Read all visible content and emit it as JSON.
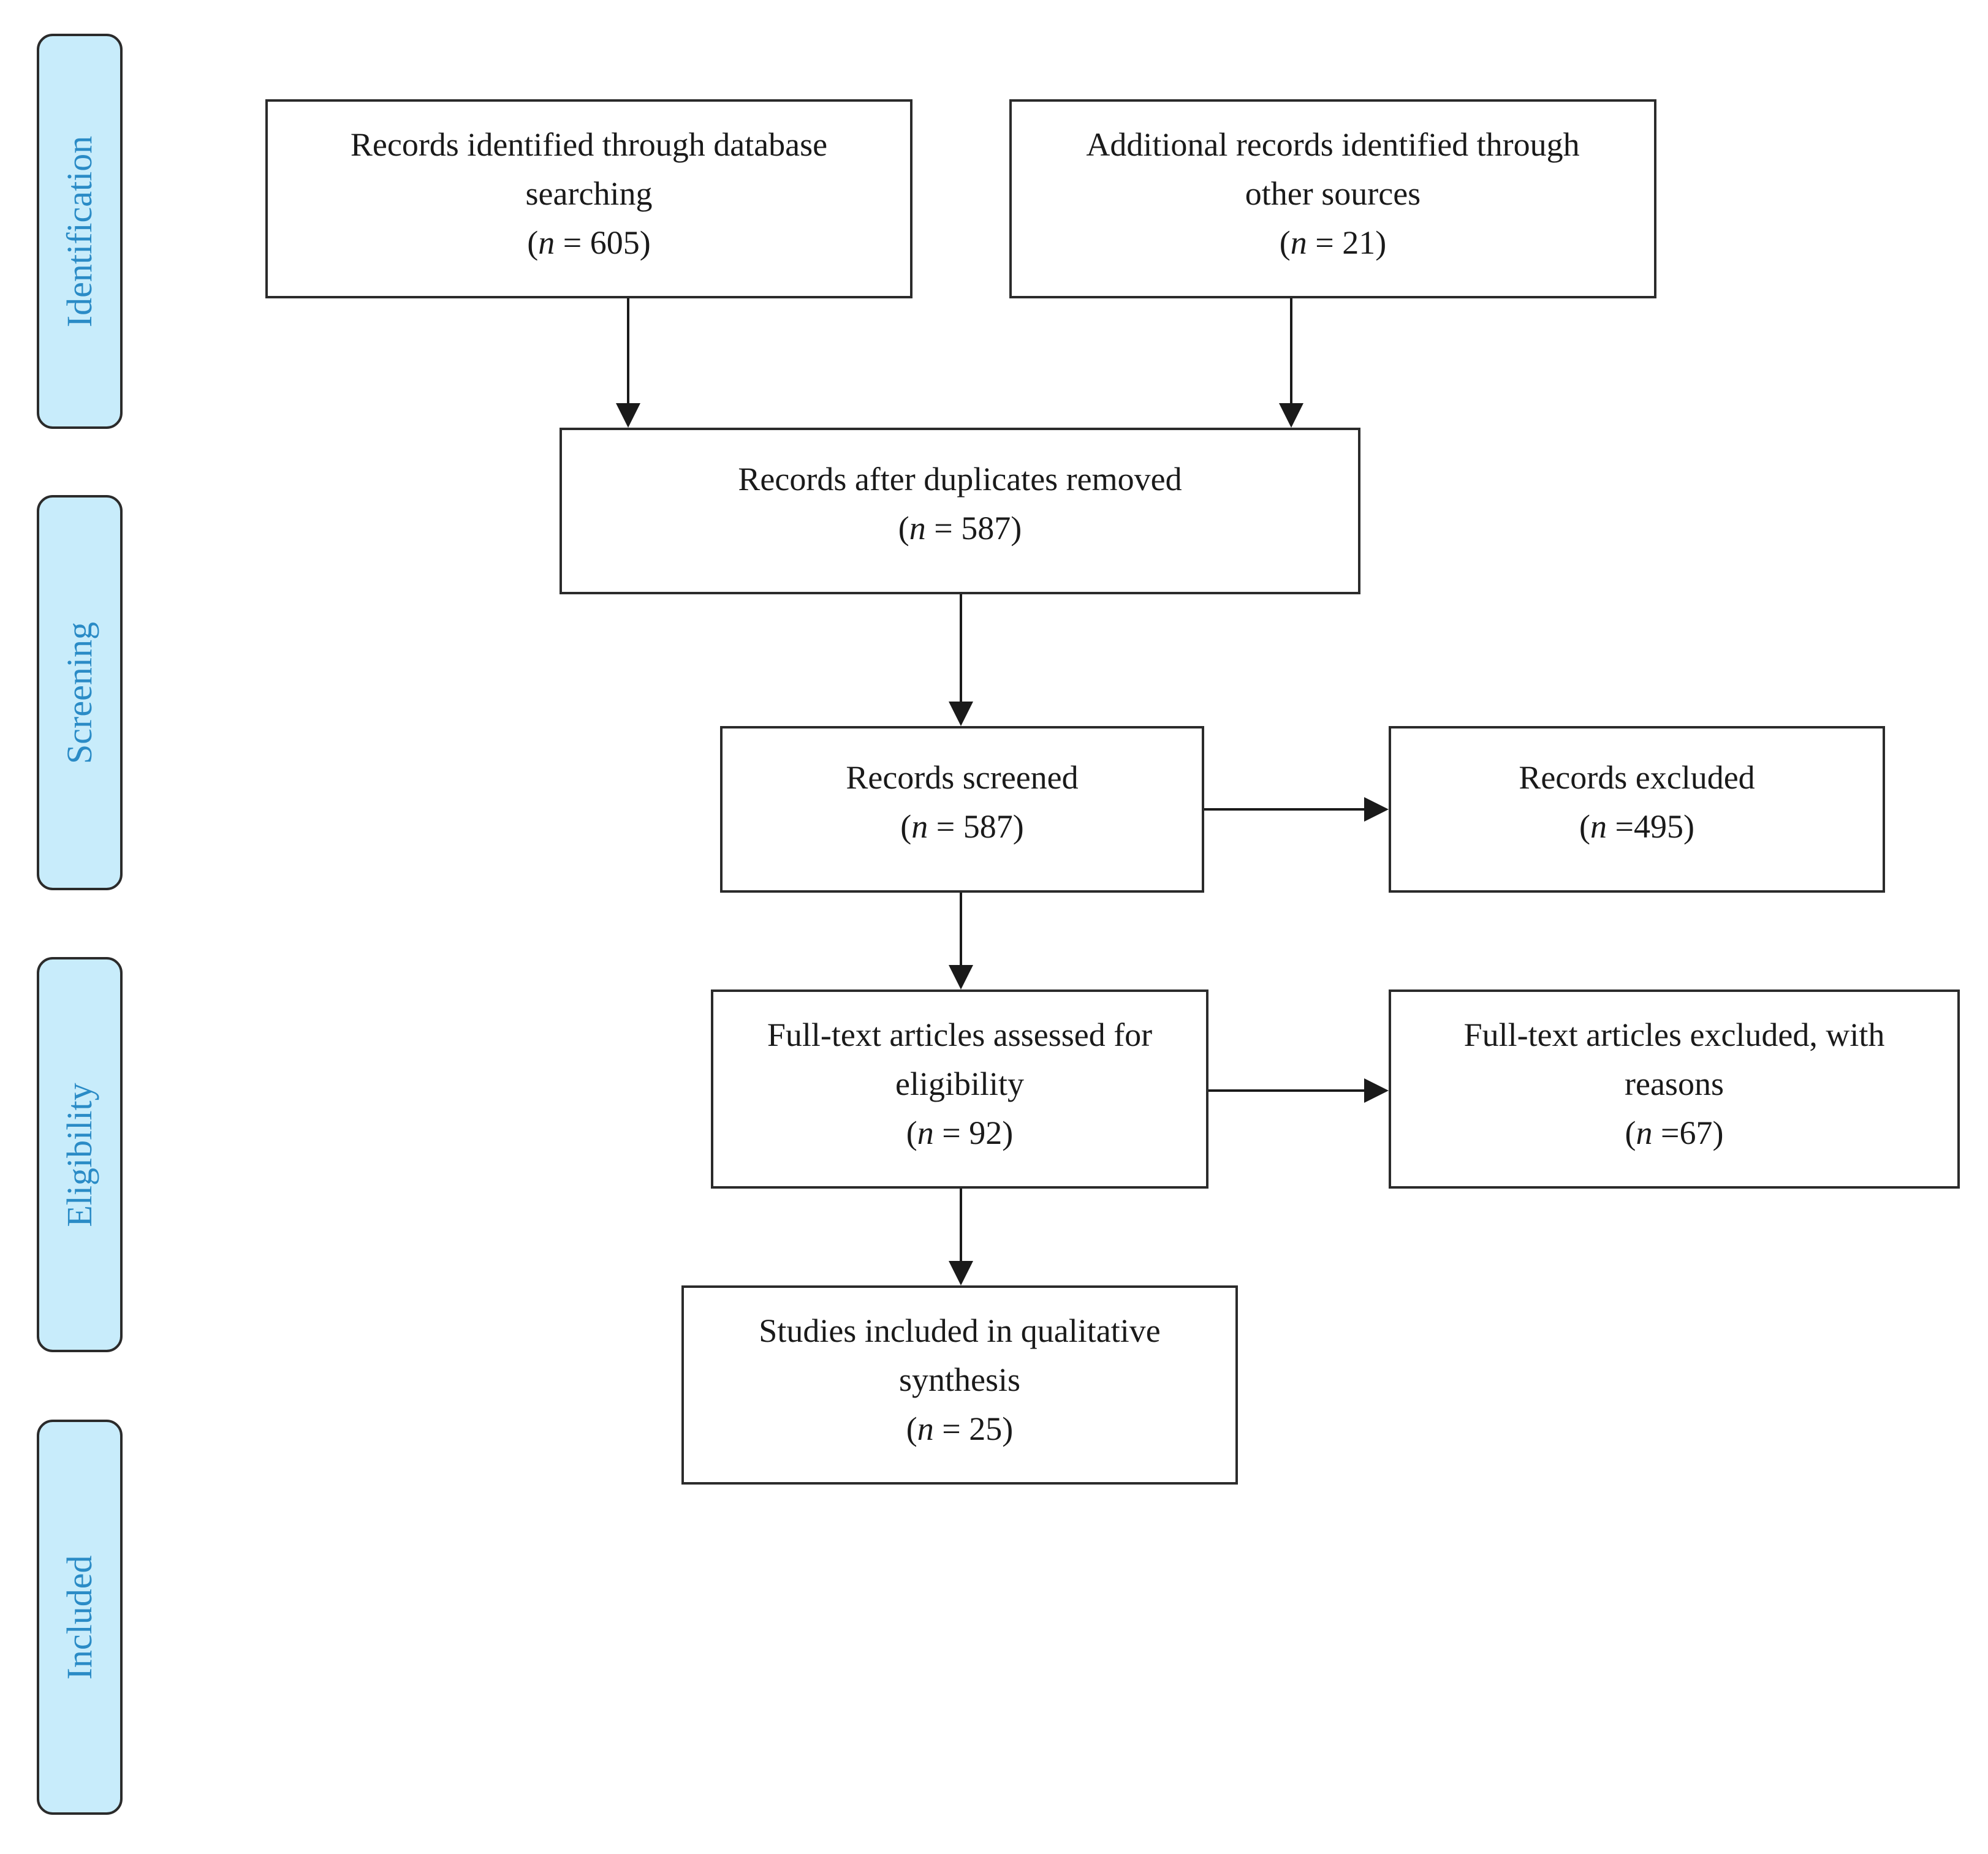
{
  "phases": {
    "identification": "Identification",
    "screening": "Screening",
    "eligibility": "Eligibility",
    "included": "Included"
  },
  "boxes": {
    "db": {
      "lines": [
        "Records identified through database",
        "searching"
      ],
      "n_prefix": "(",
      "n_var": "n",
      "n_value": " = 605)"
    },
    "other": {
      "lines": [
        "Additional records identified through",
        "other sources"
      ],
      "n_prefix": "(",
      "n_var": "n",
      "n_value": " = 21)"
    },
    "dup": {
      "lines": [
        "Records after duplicates removed"
      ],
      "n_prefix": "(",
      "n_var": "n",
      "n_value": " = 587)"
    },
    "screened": {
      "lines": [
        "Records screened"
      ],
      "n_prefix": "(",
      "n_var": "n",
      "n_value": " = 587)"
    },
    "excluded": {
      "lines": [
        "Records excluded"
      ],
      "n_prefix": "(",
      "n_var": "n",
      "n_value": " =495)"
    },
    "fulltext": {
      "lines": [
        "Full-text articles assessed for",
        "eligibility"
      ],
      "n_prefix": "(",
      "n_var": "n",
      "n_value": " = 92)"
    },
    "ft_excluded": {
      "lines": [
        "Full-text articles excluded, with",
        "reasons"
      ],
      "n_prefix": "(",
      "n_var": "n",
      "n_value": " =67)"
    },
    "included": {
      "lines": [
        "Studies included in qualitative",
        "synthesis"
      ],
      "n_prefix": "(",
      "n_var": "n",
      "n_value": " = 25)"
    }
  }
}
